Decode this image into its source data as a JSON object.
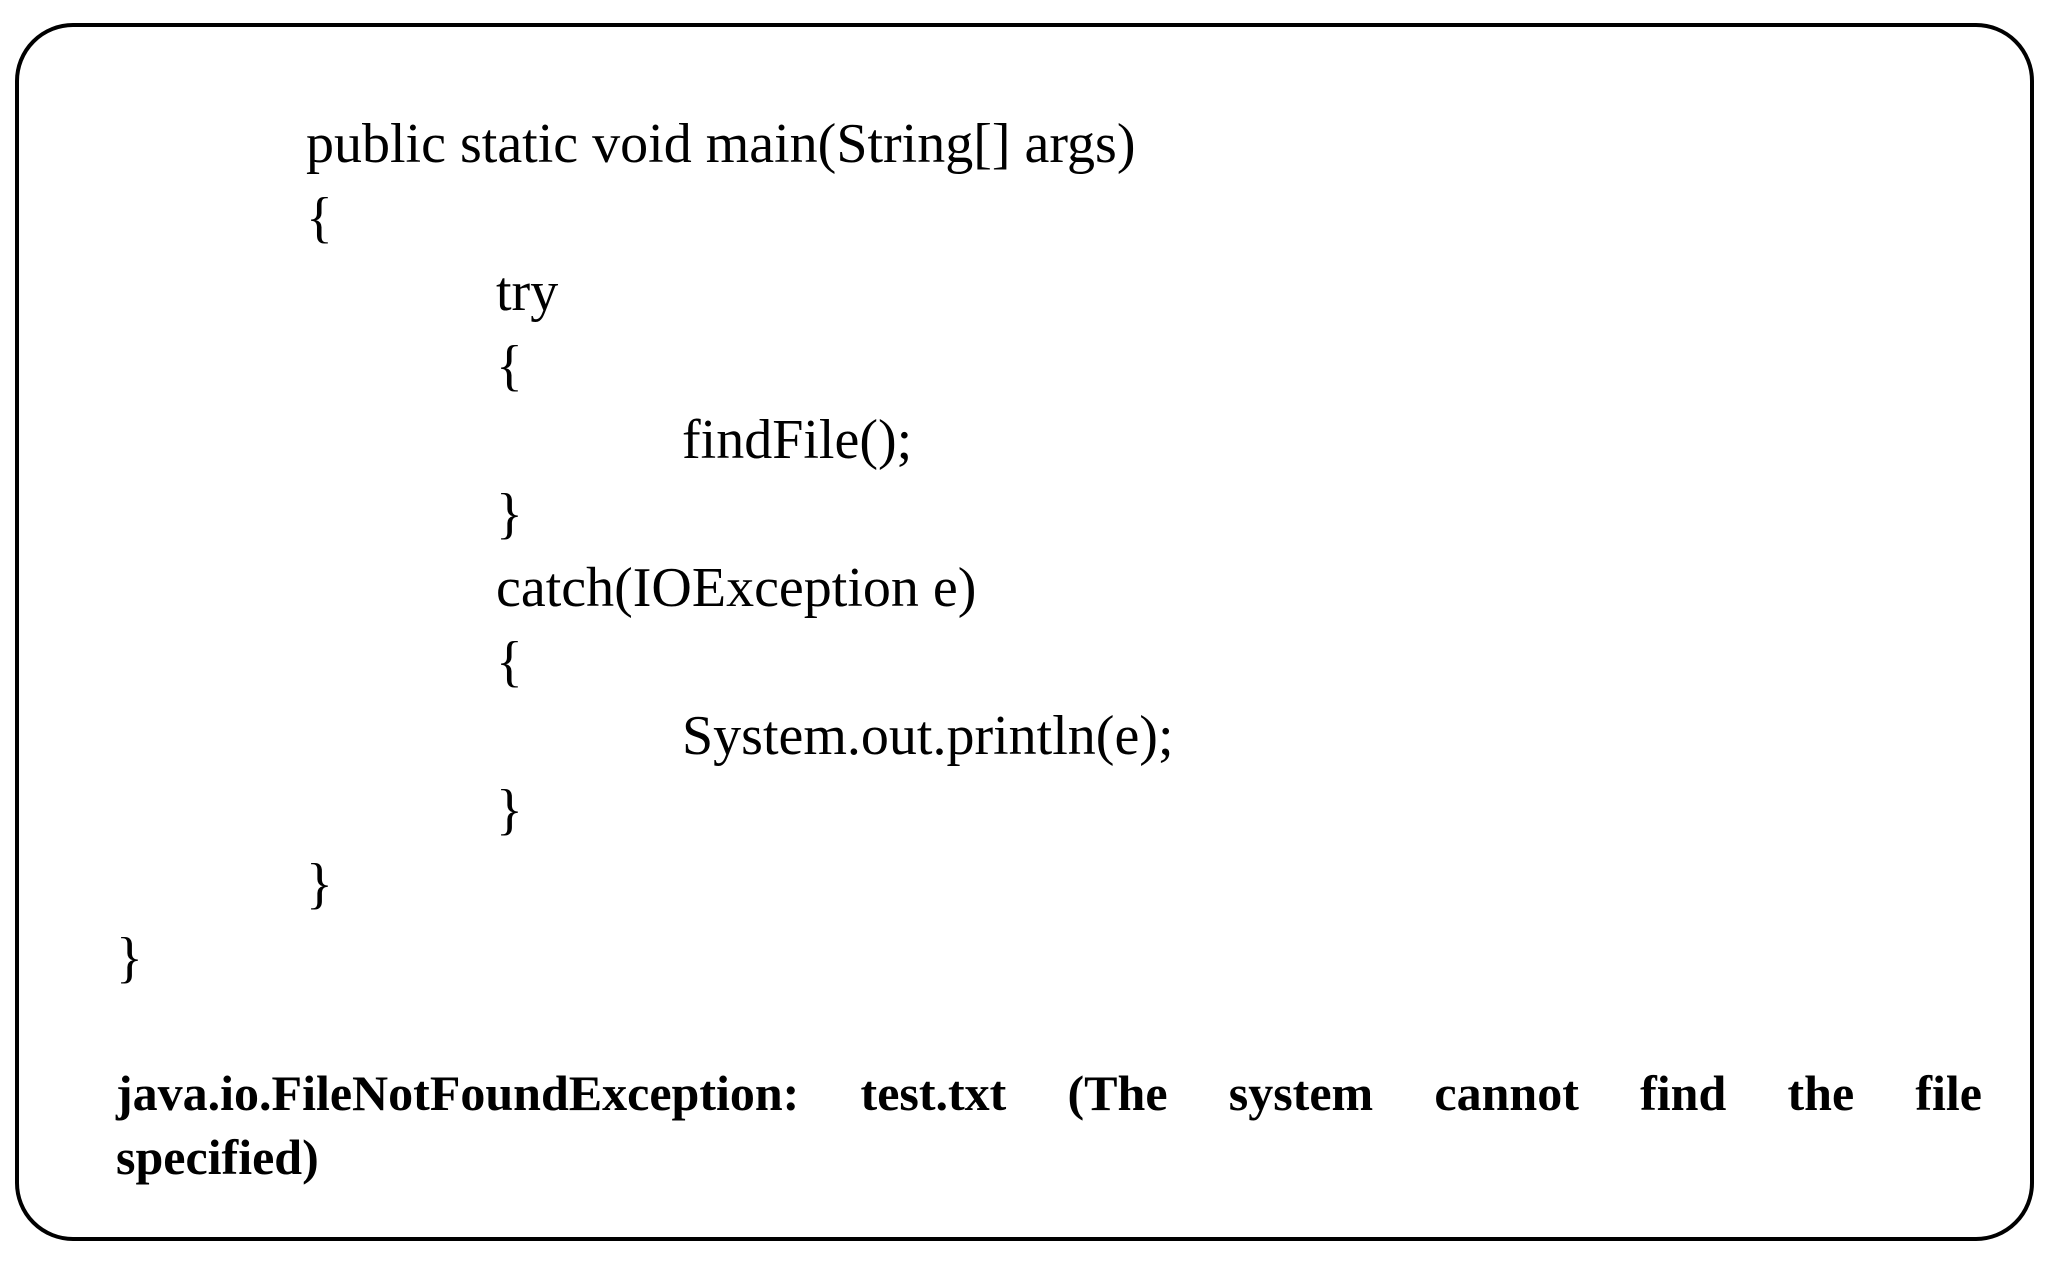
{
  "figure": {
    "background": "#ffffff",
    "border_color": "#000000",
    "text_color": "#000000"
  },
  "code": {
    "lines": [
      {
        "text": "public static void main(String[] args)",
        "indent": 1
      },
      {
        "text": "{",
        "indent": 1
      },
      {
        "text": "try",
        "indent": 2
      },
      {
        "text": "{",
        "indent": 2
      },
      {
        "text": "findFile();",
        "indent": 3
      },
      {
        "text": "}",
        "indent": 2
      },
      {
        "text": "catch(IOException e)",
        "indent": 2
      },
      {
        "text": "{",
        "indent": 2
      },
      {
        "text": "System.out.println(e);",
        "indent": 3
      },
      {
        "text": "}",
        "indent": 2
      },
      {
        "text": "}",
        "indent": 1
      },
      {
        "text": "}",
        "indent": 0
      }
    ]
  },
  "output": {
    "line1": "java.io.FileNotFoundException: test.txt (The system cannot find the file",
    "line2": "specified)"
  }
}
